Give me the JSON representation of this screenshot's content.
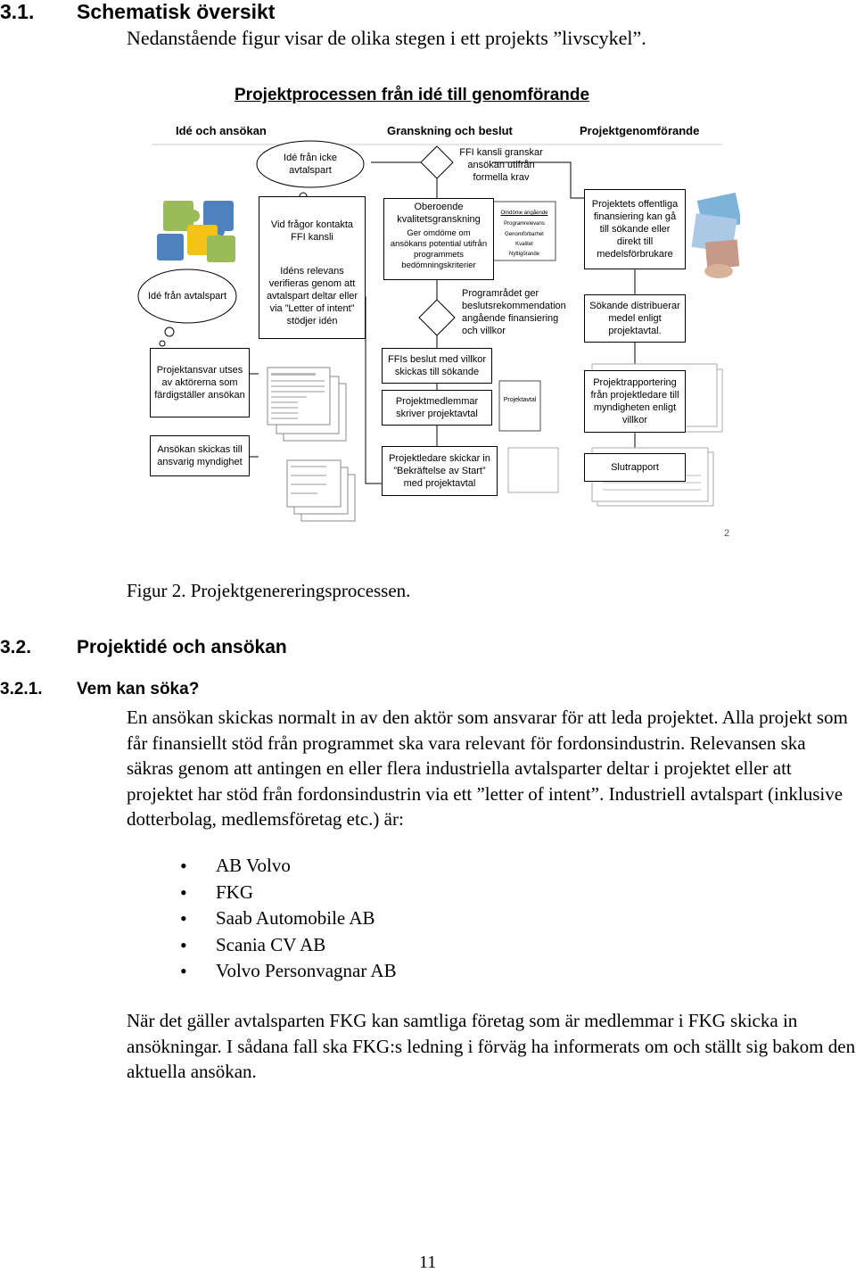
{
  "heading1": {
    "num": "3.1.",
    "title": "Schematisk översikt"
  },
  "intro": "Nedanstående figur visar de olika stegen i ett projekts ”livscykel”.",
  "figure": {
    "title": "Projektprocessen från idé till genomförande",
    "phases": [
      "Idé och ansökan",
      "Granskning och beslut",
      "Projektgenomförande"
    ],
    "idea_non_party": "Idé från icke avtalspart",
    "idea_party": "Idé från avtalspart",
    "contact": "Vid frågor kontakta FFI kansli",
    "relevance": "Idéns relevans verifieras genom att avtalspart deltar eller via ”Letter of intent” stödjer idén",
    "responsibility": "Projektansvar utses av aktörerna som färdigställer ansökan",
    "submitted": "Ansökan skickas till ansvarig myndighet",
    "kansli_check": "FFI kansli granskar ansökan utifrån formella krav",
    "independent": "Oberoende kvalitetsgranskning",
    "independent_sub": "Ger omdöme om ansökans potential utifrån programmets bedömningskriterier",
    "criteria_title": "Omdöme angående",
    "criteria": [
      "Programrelevans",
      "Genomförbarhet",
      "Kvalitet",
      "Nyttigörande"
    ],
    "programme_council": "Programrådet ger beslutsrekommendation angående finansiering och villkor",
    "decision": "FFIs beslut med villkor skickas till sökande",
    "members_contract": "Projektmedlemmar skriver projektavtal",
    "contract_doc": "Projektavtal",
    "confirm_start": "Projektledare skickar in ”Bekräftelse av Start” med projektavtal",
    "public_funding": "Projektets offentliga finansiering kan gå till sökande eller direkt till medelsförbrukare",
    "distribute": "Sökande distribuerar medel enligt projektavtal.",
    "reporting": "Projektrapportering från projektledare till myndigheten enligt villkor",
    "final_report": "Slutrapport",
    "small_page": "2"
  },
  "caption": "Figur 2. Projektgenereringsprocessen.",
  "heading2": {
    "num": "3.2.",
    "title": "Projektidé och ansökan"
  },
  "heading3": {
    "num": "3.2.1.",
    "title": "Vem kan söka?"
  },
  "para1": "En ansökan skickas normalt in av den aktör som ansvarar för att leda projektet. Alla projekt som får finansiellt stöd från programmet ska vara relevant för fordonsindustrin. Relevansen ska säkras genom att antingen en eller flera industriella avtalsparter deltar i projektet eller att projektet har stöd från fordonsindustrin via ett ”letter of intent”. Industriell avtalspart (inklusive dotterbolag, medlemsföretag etc.) är:",
  "bullets": [
    "AB Volvo",
    "FKG",
    "Saab Automobile AB",
    "Scania CV AB",
    "Volvo Personvagnar AB"
  ],
  "para2": "När det gäller avtalsparten FKG kan samtliga företag som är medlemmar i FKG skicka in ansökningar. I sådana fall ska FKG:s ledning i förväg ha informerats om och ställt sig bakom den aktuella ansökan.",
  "page_number": "11",
  "colors": {
    "puzzle_blue": "#4f81bd",
    "puzzle_green": "#9bbb59",
    "puzzle_yellow": "#f2c314"
  }
}
